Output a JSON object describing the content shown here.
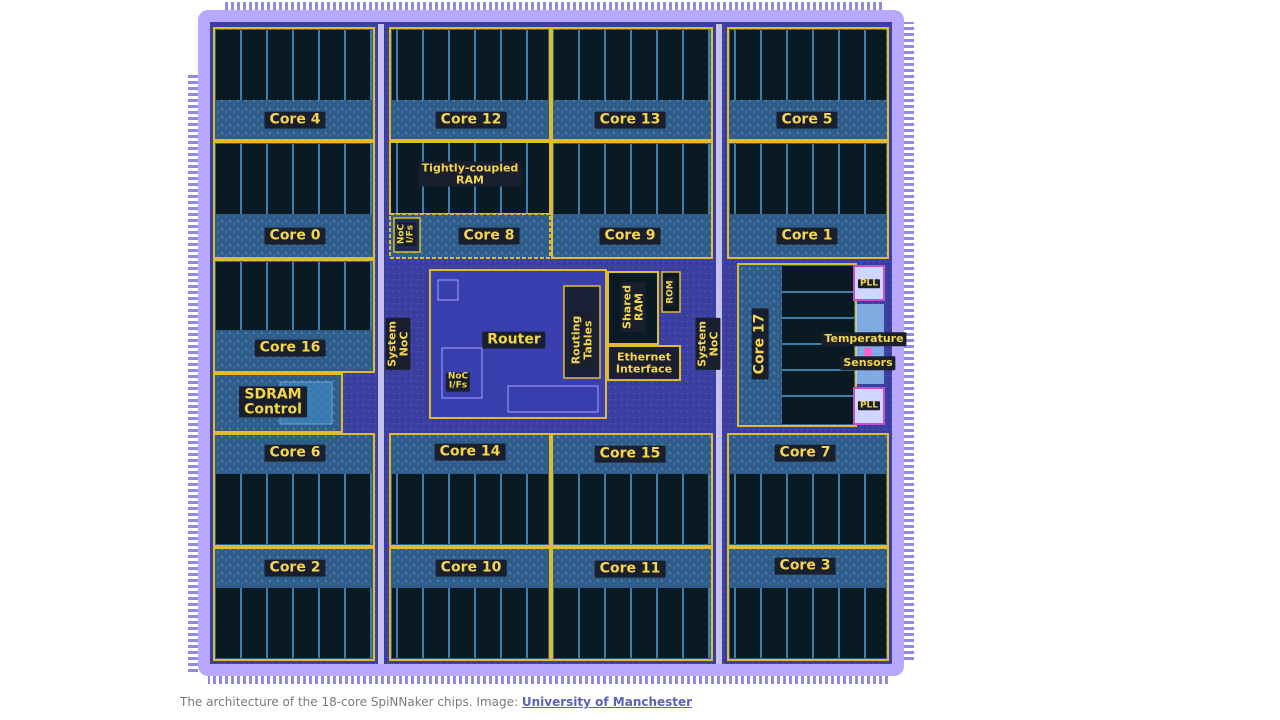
{
  "diagram": {
    "labels": {
      "core4": "Core 4",
      "core12": "Core 12",
      "core13": "Core 13",
      "core5": "Core 5",
      "tcram": "Tightly-coupled\nRAM",
      "core0": "Core 0",
      "noc_ifs_top": "NoC\nI/Fs",
      "core8": "Core 8",
      "core9": "Core 9",
      "core1": "Core 1",
      "core16": "Core 16",
      "sys_noc_left": "System\nNoC",
      "router": "Router",
      "routing_tables": "Routing\nTables",
      "shared_ram": "Shared\nRAM",
      "rom": "ROM",
      "ethernet": "Ethernet\nInterface",
      "noc_ifs_mid": "NoC\nI/Fs",
      "sys_noc_right": "System\nNoC",
      "core17": "Core 17",
      "pll_top": "PLL",
      "temperature": "Temperature",
      "sensors": "Sensors",
      "pll_bottom": "PLL",
      "sdram": "SDRAM\nControl",
      "core6": "Core 6",
      "core14": "Core 14",
      "core15": "Core 15",
      "core7": "Core 7",
      "core2": "Core 2",
      "core10": "Core 10",
      "core11": "Core 11",
      "core3": "Core 3"
    }
  },
  "caption": {
    "text": "The architecture of the 18-core SpiNNaker chips. Image: ",
    "link": "University of Manchester"
  },
  "colors": {
    "die_border": "#b9a8ff",
    "die_fill": "#3a3f9a",
    "bank_fill": "#0a1a22",
    "accent_gold": "#e0bb2a",
    "label_text": "#f5d64a"
  }
}
